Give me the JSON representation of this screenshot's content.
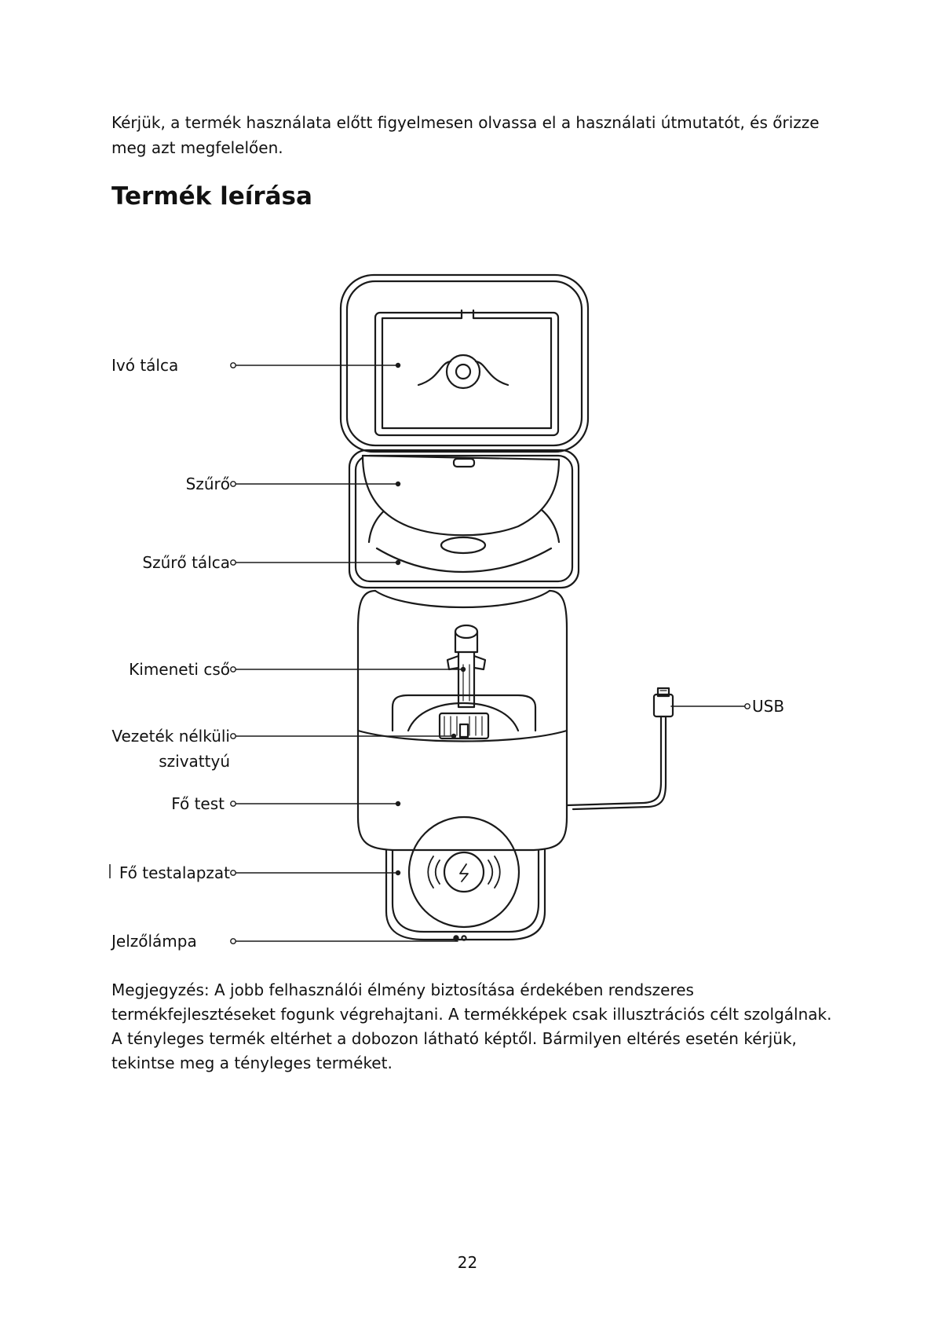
{
  "intro_text": "Kérjük, a termék használata előtt figyelmesen olvassa el a használati útmutatót, és őrizze meg azt megfelelően.",
  "section_title": "Termék leírása",
  "diagram": {
    "labels": {
      "drinking_tray": "Ivó tálca",
      "filter": "Szűrő",
      "filter_tray": "Szűrő tálca",
      "outlet_pipe": "Kimeneti cső",
      "wireless_pump_line1": "Vezeték nélküli",
      "wireless_pump_line2": "szivattyú",
      "main_body": "Fő test",
      "main_base": "Fő testalapzat",
      "indicator_light": "Jelzőlámpa",
      "usb": "USB"
    }
  },
  "note_text": "Megjegyzés: A jobb felhasználói élmény biztosítása érdekében rendszeres termékfejlesztéseket fogunk végrehajtani. A termékképek csak illusztrációs célt szolgálnak. A tényleges termék eltérhet a dobozon látható képtől. Bármilyen eltérés esetén kérjük, tekintse meg a tényleges terméket.",
  "page_number": "22"
}
